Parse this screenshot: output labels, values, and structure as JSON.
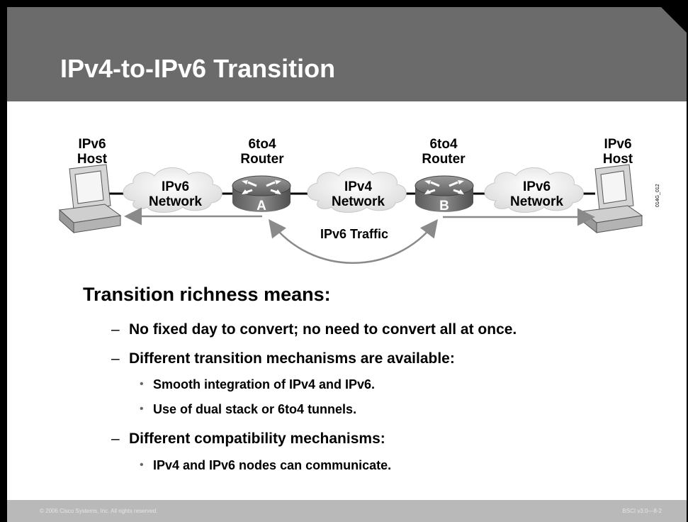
{
  "slide": {
    "title": "IPv4-to-IPv6 Transition"
  },
  "diagram": {
    "left_host_label": "IPv6\nHost",
    "router_a_label": "6to4\nRouter",
    "router_b_label": "6to4\nRouter",
    "right_host_label": "IPv6\nHost",
    "cloud_left": "IPv6\nNetwork",
    "cloud_middle": "IPv4\nNetwork",
    "cloud_right": "IPv6\nNetwork",
    "router_a_letter": "A",
    "router_b_letter": "B",
    "traffic_label": "IPv6 Traffic",
    "figure_id": "014G_012"
  },
  "content": {
    "heading": "Transition richness means:",
    "items": [
      {
        "level": 1,
        "text": "No fixed day to convert; no need to convert all at once."
      },
      {
        "level": 1,
        "text": "Different transition mechanisms are available:"
      },
      {
        "level": 2,
        "text": "Smooth integration of IPv4 and IPv6."
      },
      {
        "level": 2,
        "text": "Use of dual stack or 6to4 tunnels."
      },
      {
        "level": 1,
        "text": "Different compatibility mechanisms:"
      },
      {
        "level": 2,
        "text": "IPv4 and IPv6 nodes can communicate."
      }
    ]
  },
  "footer": {
    "left": "© 2006 Cisco Systems, Inc. All rights reserved.",
    "right": "BSCI v3.0—8-2"
  },
  "colors": {
    "header_bg": "#6b6b6b",
    "footer_bg": "#b9b9b9",
    "frame": "#000000"
  }
}
